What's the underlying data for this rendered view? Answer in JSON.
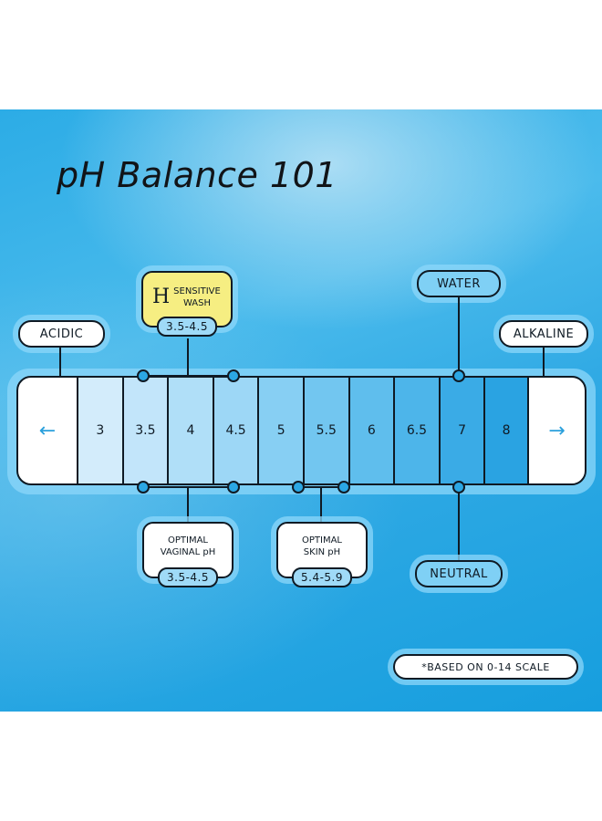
{
  "title": "pH Balance 101",
  "labels": {
    "acidic": "ACIDIC",
    "alkaline": "ALKALINE",
    "water": "WATER",
    "neutral": "NEUTRAL",
    "note": "*BASED ON 0-14 SCALE"
  },
  "sensitive_wash": {
    "logo": "H",
    "line1": "SENSITIVE",
    "line2": "WASH",
    "range": "3.5-4.5"
  },
  "optimal_vaginal": {
    "line1": "OPTIMAL",
    "line2": "VAGINAL pH",
    "range": "3.5-4.5"
  },
  "optimal_skin": {
    "line1": "OPTIMAL",
    "line2": "SKIN pH",
    "range": "5.4-5.9"
  },
  "scale": {
    "arrow_left": "←",
    "arrow_right": "→",
    "segments": [
      "3",
      "3.5",
      "4",
      "4.5",
      "5",
      "5.5",
      "6",
      "6.5",
      "7",
      "8"
    ],
    "colors": [
      "#d3ecfb",
      "#c2e5fa",
      "#b0dff8",
      "#9dd7f6",
      "#87cff3",
      "#72c6f0",
      "#5fbeed",
      "#4db5ea",
      "#3aabe6",
      "#2aa3e2"
    ]
  }
}
